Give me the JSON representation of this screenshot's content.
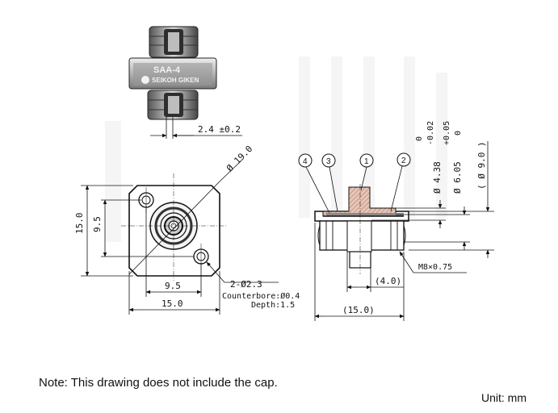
{
  "product": {
    "model": "SAA-4",
    "brand": "SEIKOH GIKEN"
  },
  "dimensions": {
    "photo_gap": "2.4 ±0.2",
    "flange_dia": "Ø 19.0",
    "height_total": "15.0",
    "height_holes": "9.5",
    "width_holes": "9.5",
    "width_total": "15.0",
    "mount_holes": "2-Ø2.3",
    "counterbore": "Counterbore:Ø0.4",
    "depth": "Depth:1.5",
    "side_len_4": "(4.0)",
    "side_len_15": "(15.0)",
    "thread": "M8×0.75",
    "d_438_main": "Ø 4.38",
    "d_438_tol_hi": "0",
    "d_438_tol_lo": "-0.02",
    "d_605_main": "Ø 6.05",
    "d_605_tol_hi": "+0.05",
    "d_605_tol_lo": "0",
    "d_90": "( Ø 9.0 )"
  },
  "balloons": [
    "1",
    "2",
    "3",
    "4"
  ],
  "note": "Note: This drawing does not include the cap.",
  "unit": "Unit: mm",
  "colors": {
    "line": "#111111",
    "section_hatch": "#c79a86",
    "metal_dark": "#3a3a3a",
    "metal_light": "#d9d9d9",
    "watermark": "#f4f4f4"
  }
}
